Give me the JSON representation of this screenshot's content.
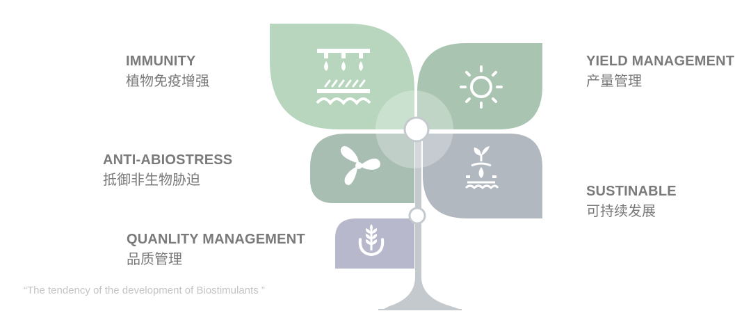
{
  "labels": {
    "immunity": {
      "en": "IMMUNITY",
      "zh": "植物免疫增强"
    },
    "yield": {
      "en": "YIELD MANAGEMENT",
      "zh": "产量管理"
    },
    "anti_abiostress": {
      "en": "ANTI-ABIOSTRESS",
      "zh": "抵御非生物胁迫"
    },
    "sustinable": {
      "en": "SUSTINABLE",
      "zh": "可持续发展"
    },
    "quality": {
      "en": "QUANLITY MANAGEMENT",
      "zh": "品质管理"
    }
  },
  "caption": "“The tendency of the development of Biostimulants ”",
  "colors": {
    "leaf_immunity": "#b8d6be",
    "leaf_yield": "#a9c5b2",
    "leaf_anti": "#a8beb3",
    "leaf_sustain": "#b1b8c0",
    "leaf_quality": "#b7b8cc",
    "trunk": "#c4c9ce",
    "text": "#7a7a7a",
    "caption": "#c4c4c4"
  },
  "icons": {
    "immunity": "sprinkler-soil-icon",
    "yield": "sun-icon",
    "anti_abiostress": "fan-icon",
    "sustinable": "sprout-water-icon",
    "quality": "wheat-icon"
  }
}
